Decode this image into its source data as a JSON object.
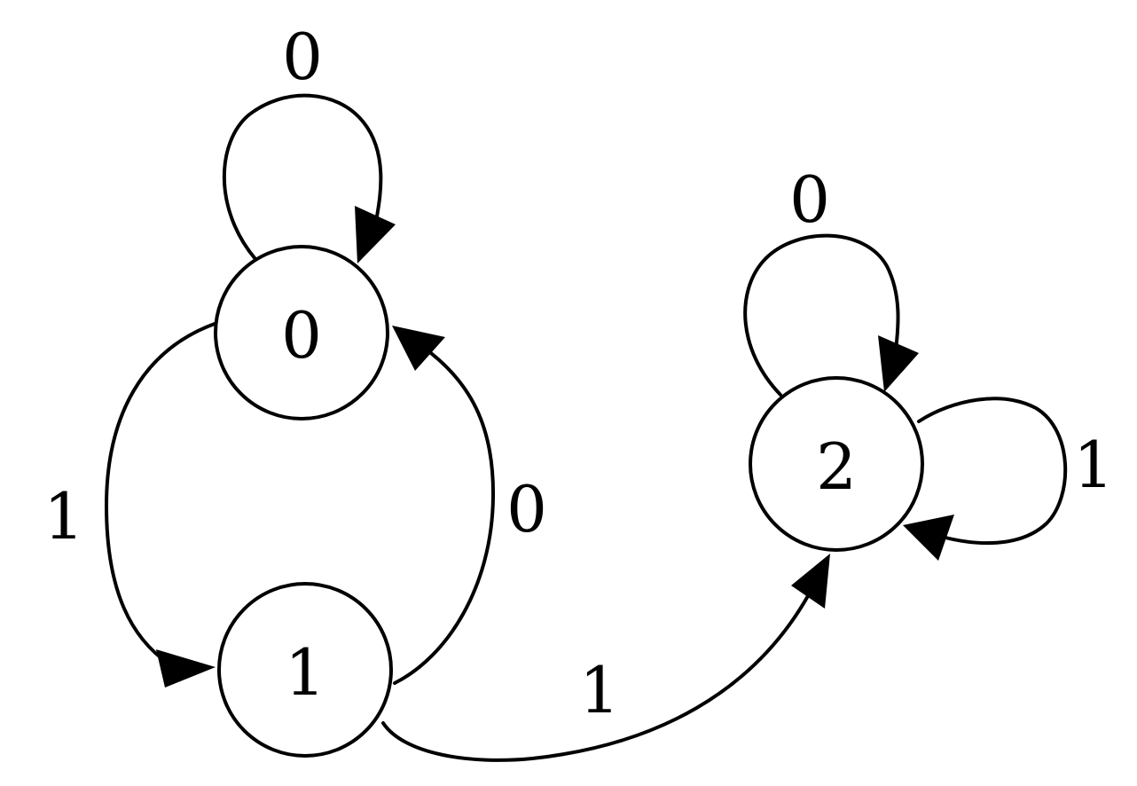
{
  "diagram": {
    "type": "state-transition-diagram",
    "colors": {
      "stroke": "#000000",
      "fill": "#ffffff",
      "text": "#000000"
    },
    "states": [
      {
        "id": "s0",
        "label": "0"
      },
      {
        "id": "s1",
        "label": "1"
      },
      {
        "id": "s2",
        "label": "2"
      }
    ],
    "transitions": [
      {
        "id": "t00",
        "from": "s0",
        "to": "s0",
        "label": "0"
      },
      {
        "id": "t01",
        "from": "s0",
        "to": "s1",
        "label": "1"
      },
      {
        "id": "t10",
        "from": "s1",
        "to": "s0",
        "label": "0"
      },
      {
        "id": "t12",
        "from": "s1",
        "to": "s2",
        "label": "1"
      },
      {
        "id": "t22a",
        "from": "s2",
        "to": "s2",
        "label": "0"
      },
      {
        "id": "t22b",
        "from": "s2",
        "to": "s2",
        "label": "1"
      }
    ]
  }
}
